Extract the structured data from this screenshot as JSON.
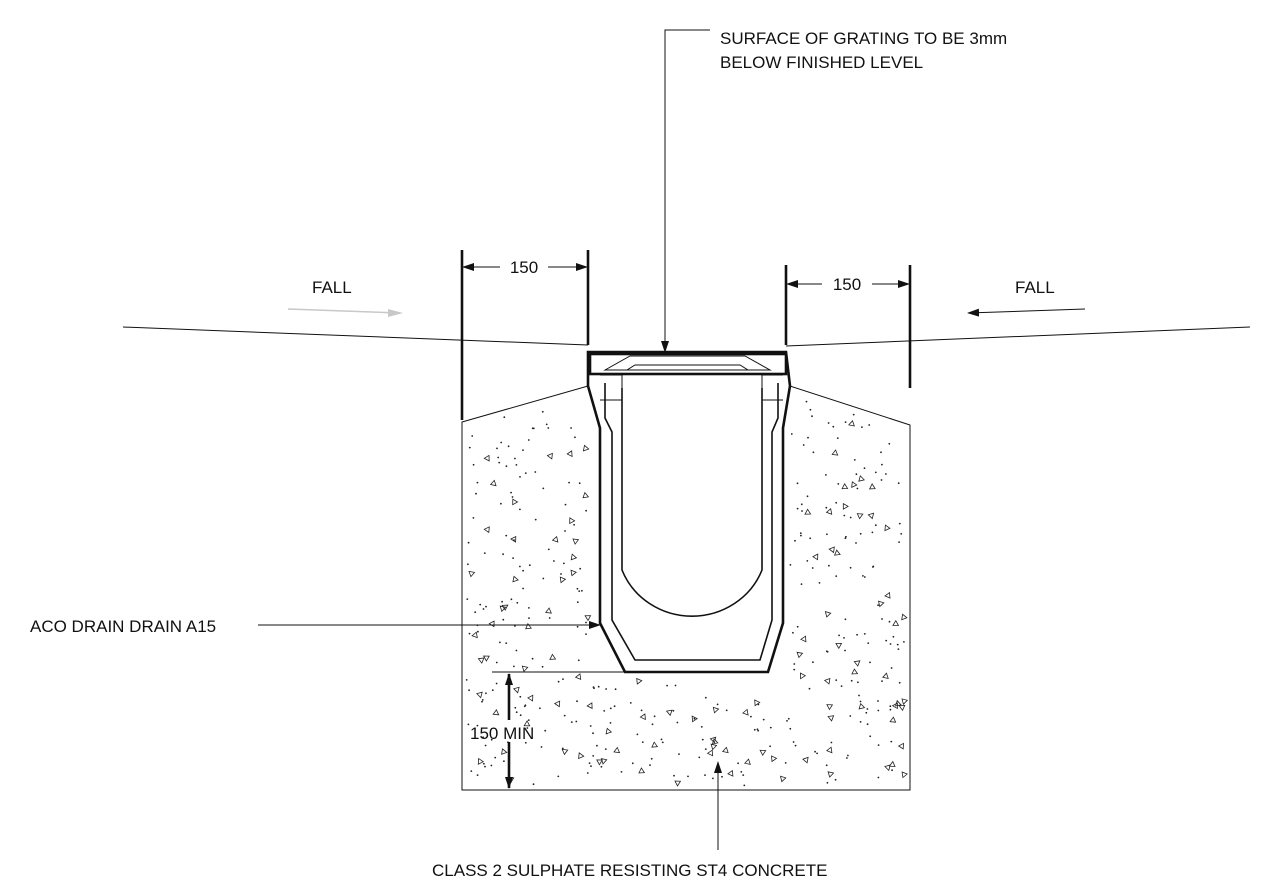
{
  "labels": {
    "grating_note_line1": "SURFACE OF GRATING TO BE 3mm",
    "grating_note_line2": "BELOW FINISHED LEVEL",
    "dim_left": "150",
    "dim_right": "150",
    "fall_left": "FALL",
    "fall_right": "FALL",
    "drain_label": "ACO DRAIN DRAIN A15",
    "dim_bottom": "150 MIN",
    "concrete_label": "CLASS 2 SULPHATE RESISTING ST4 CONCRETE"
  },
  "colors": {
    "line": "#111111",
    "grey_arrow": "#c8c8c8",
    "background": "#ffffff"
  }
}
